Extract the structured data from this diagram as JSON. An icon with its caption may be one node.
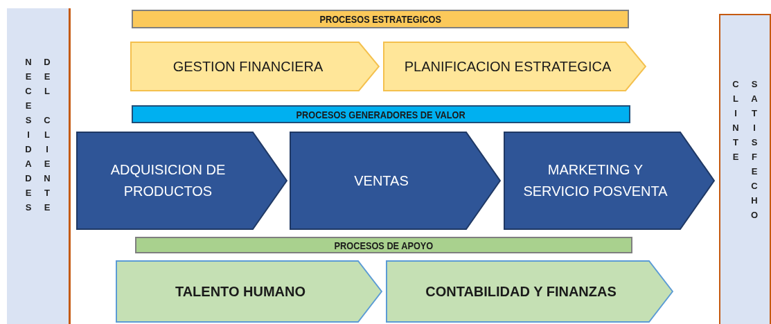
{
  "diagram": {
    "nodes": [
      {
        "text": [
          "NECESIDADES",
          "DEL CLIENTE"
        ]
      },
      {
        "text": [
          "PROCESOS ESTRATEGICOS"
        ]
      },
      {
        "text": [
          "GESTION FINANCIERA"
        ]
      },
      {
        "text": [
          "PLANIFICACION ESTRATEGICA"
        ]
      },
      {
        "text": [
          "PROCESOS GENERADORES DE VALOR"
        ]
      },
      {
        "text": [
          "ADQUISICION DE PRODUCTOS"
        ]
      },
      {
        "text": [
          "VENTAS"
        ]
      },
      {
        "text": [
          "MARKETING Y SERVICIO POSVENTA"
        ]
      },
      {
        "text": [
          "PROCESOS DE APOYO"
        ]
      },
      {
        "text": [
          "TALENTO HUMANO"
        ]
      },
      {
        "text": [
          "CONTABILIDAD Y FINANZAS"
        ]
      },
      {
        "text": [
          "CLINTE",
          "SATISFECHO"
        ]
      }
    ]
  }
}
